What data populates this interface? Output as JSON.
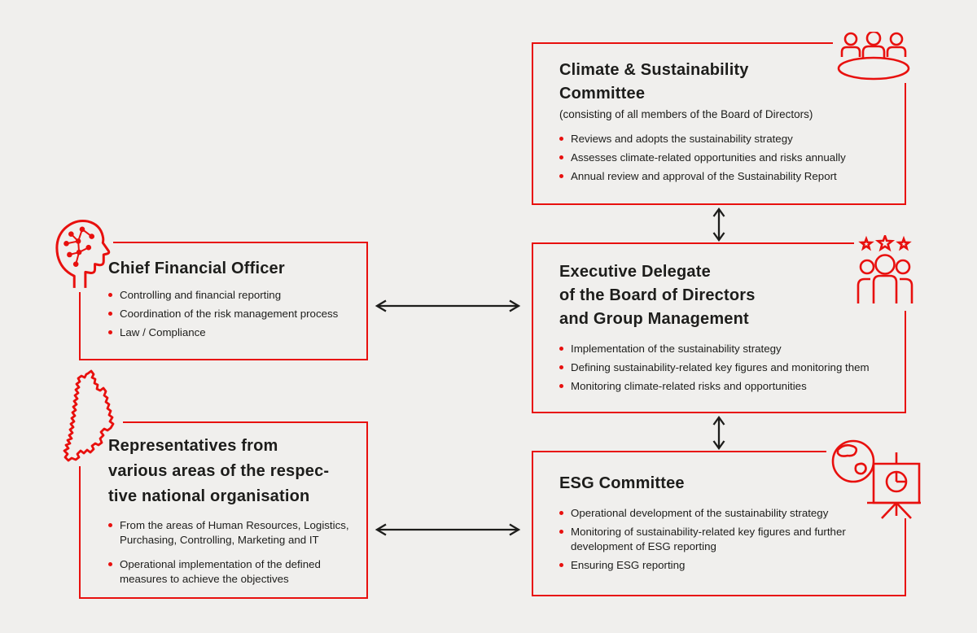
{
  "colors": {
    "background": "#f0efed",
    "accent_red": "#e8100e",
    "text": "#1d1d1b",
    "arrow": "#1d1d1b"
  },
  "boxes": {
    "climate": {
      "title_lines": [
        "Climate & Sustainability",
        "Committee"
      ],
      "subtitle": "(consisting of all members of the Board of Directors)",
      "icon": "meeting-table-icon",
      "bullets": [
        "Reviews and adopts the sustainability strategy",
        "Assesses climate-related opportunities and risks annually",
        "Annual review and approval of the Sustainability Report"
      ]
    },
    "executive": {
      "title_lines": [
        "Executive Delegate",
        "of the Board of Directors",
        "and Group Management"
      ],
      "icon": "team-with-stars-icon",
      "bullets": [
        "Implementation of the sustainability strategy",
        "Defining sustainability-related key figures and monitoring them",
        "Monitoring climate-related risks and opportunities"
      ]
    },
    "esg": {
      "title_lines": [
        "ESG Committee"
      ],
      "icon": "globe-presentation-icon",
      "bullets": [
        "Operational development of the sustainability strategy",
        "Monitoring of sustainability-related key figures and further development of ESG reporting",
        "Ensuring ESG reporting"
      ]
    },
    "cfo": {
      "title_lines": [
        "Chief Financial Officer"
      ],
      "icon": "head-network-icon",
      "bullets": [
        "Controlling and financial reporting",
        "Coordination of the risk management process",
        "Law / Compliance"
      ]
    },
    "representatives": {
      "title_lines": [
        "Representatives from",
        "various areas of the respec-",
        "tive national organisation"
      ],
      "icon": "germany-map-icon",
      "bullets": [
        "From the areas of Human Resources, Logistics, Purchasing, Controlling, Marketing and IT",
        "Operational implementation of the defined measures to achieve the objectives"
      ]
    }
  },
  "connections": [
    {
      "from": "climate-sustainability-committee",
      "to": "executive-delegate",
      "type": "double-arrow-vertical"
    },
    {
      "from": "executive-delegate",
      "to": "esg-committee",
      "type": "double-arrow-vertical"
    },
    {
      "from": "chief-financial-officer",
      "to": "executive-delegate",
      "type": "double-arrow-horizontal"
    },
    {
      "from": "representatives-national-organisation",
      "to": "esg-committee",
      "type": "double-arrow-horizontal"
    }
  ]
}
